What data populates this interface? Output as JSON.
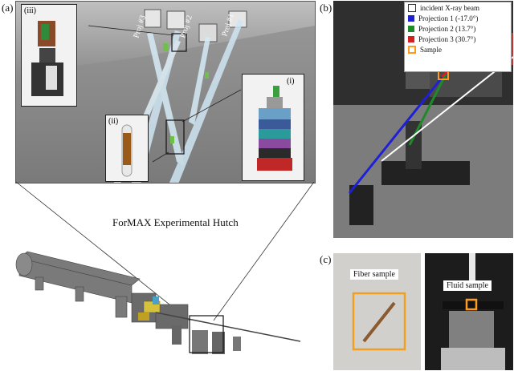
{
  "panels": {
    "a": "(a)",
    "b": "(b)",
    "c": "(c)"
  },
  "insets": {
    "iii": "(iii)",
    "ii": "(ii)",
    "i": "(i)"
  },
  "projections": {
    "p3": "Proj #3",
    "p2": "Proj #2",
    "p1": "Proj #1"
  },
  "hutch_title": "ForMAX Experimental Hutch",
  "legend": {
    "items": [
      {
        "label": "incident X-ray beam",
        "color": "#ffffff"
      },
      {
        "label": "Projection 1 (-17.0°)",
        "color": "#1f1fd6"
      },
      {
        "label": "Projection 2 (13.7°)",
        "color": "#1e8a2a"
      },
      {
        "label": "Projection 3 (30.7°)",
        "color": "#d42020"
      },
      {
        "label": "Sample",
        "color": "#ff9a1a"
      }
    ]
  },
  "photo_labels": {
    "fiber": "Fiber sample",
    "fluid": "Fluid sample"
  }
}
